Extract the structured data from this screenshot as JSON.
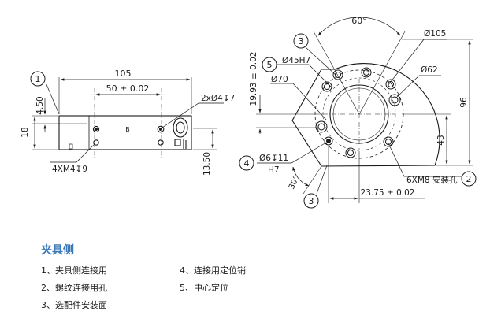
{
  "drawing": {
    "callouts": [
      "1",
      "5",
      "3",
      "4",
      "3",
      "2"
    ],
    "side_view": {
      "overall_length": "105",
      "hole_spacing": "50 ± 0.02",
      "top_offset": "4.50",
      "height": "18",
      "bottom_offset": "13.50",
      "pin_hole_spec": "2xØ4↧7",
      "thread_spec": "4XM4↧9",
      "marking": "B"
    },
    "front_view": {
      "angle": "60°",
      "bolt_circle": "Ø105",
      "bore_h7": "Ø45H7",
      "outer_dia": "Ø62",
      "pcd": "Ø70",
      "vertical_dim": "19.93 ± 0.02",
      "overall_height": "96",
      "lower_height": "43",
      "pin_spec_line1": "Ø6↧11",
      "pin_spec_line2": "H7",
      "chamfer_angle": "30°",
      "thread_spec": "6XM8 安装孔",
      "horizontal_dim": "23.75 ± 0.02"
    }
  },
  "legend": {
    "title": "夹具侧",
    "items": [
      "1、夹具侧连接用",
      "2、螺纹连接用孔",
      "3、选配件安装面",
      "4、连接用定位销",
      "5、中心定位"
    ]
  }
}
